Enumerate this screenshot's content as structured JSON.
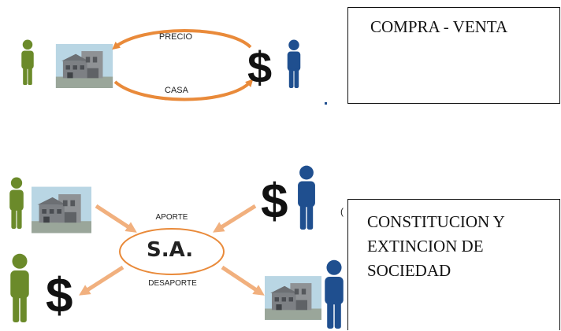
{
  "top_diagram": {
    "arrow_top_label": "PRECIO",
    "arrow_bottom_label": "CASA",
    "dollar_symbol": "$"
  },
  "top_box": {
    "title": "COMPRA - VENTA"
  },
  "bottom_diagram": {
    "center_label": "S.A.",
    "aporte_label": "APORTE",
    "desaporte_label": "DESAPORTE",
    "dollar_symbol_right": "$",
    "dollar_symbol_left": "$",
    "partial_letter": "("
  },
  "bottom_box": {
    "line1": "CONSTITUCION Y",
    "line2": "EXTINCION  DE",
    "line3": "SOCIEDAD"
  },
  "colors": {
    "green_person": "#6b8a2a",
    "blue_person": "#1f4f8f",
    "orange_arrow": "#e98a3a",
    "arrow_peach": "#f1b07e"
  }
}
